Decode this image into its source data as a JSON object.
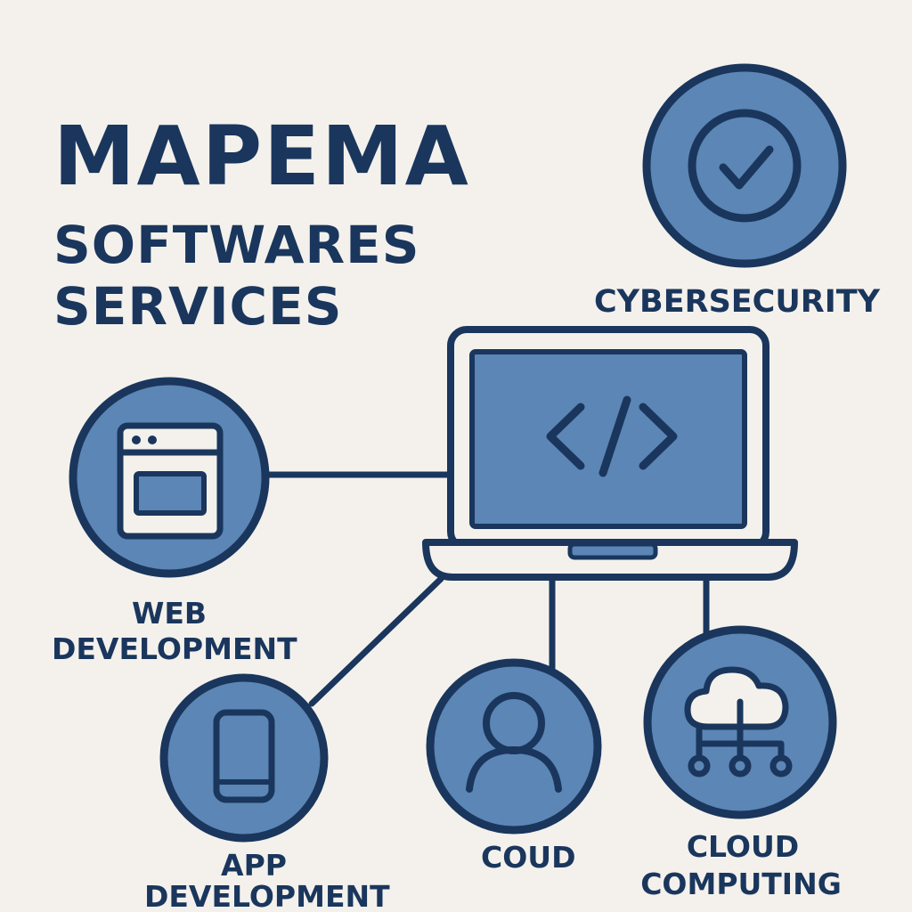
{
  "brand": {
    "title": "MAPEMA",
    "subtitle_line1": "SOFTWARES",
    "subtitle_line2": "SERVICES"
  },
  "nodes": {
    "cybersecurity": {
      "label": "CYBERSECURITY",
      "icon": "shield-check-icon"
    },
    "web_development": {
      "label_line1": "WEB",
      "label_line2": "DEVELOPMENT",
      "icon": "browser-window-icon"
    },
    "app_development": {
      "label_line1": "APP",
      "label_line2": "DEVELOPMENT",
      "icon": "mobile-phone-icon"
    },
    "coud": {
      "label": "COUD",
      "icon": "user-icon"
    },
    "cloud_computing": {
      "label_line1": "CLOUD",
      "label_line2": "COMPUTING",
      "icon": "cloud-network-icon"
    },
    "center": {
      "icon": "laptop-code-icon",
      "glyph": "</>"
    }
  },
  "colors": {
    "background": "#f4f1ec",
    "navy": "#1a365d",
    "fill_blue": "#5b86b5"
  }
}
